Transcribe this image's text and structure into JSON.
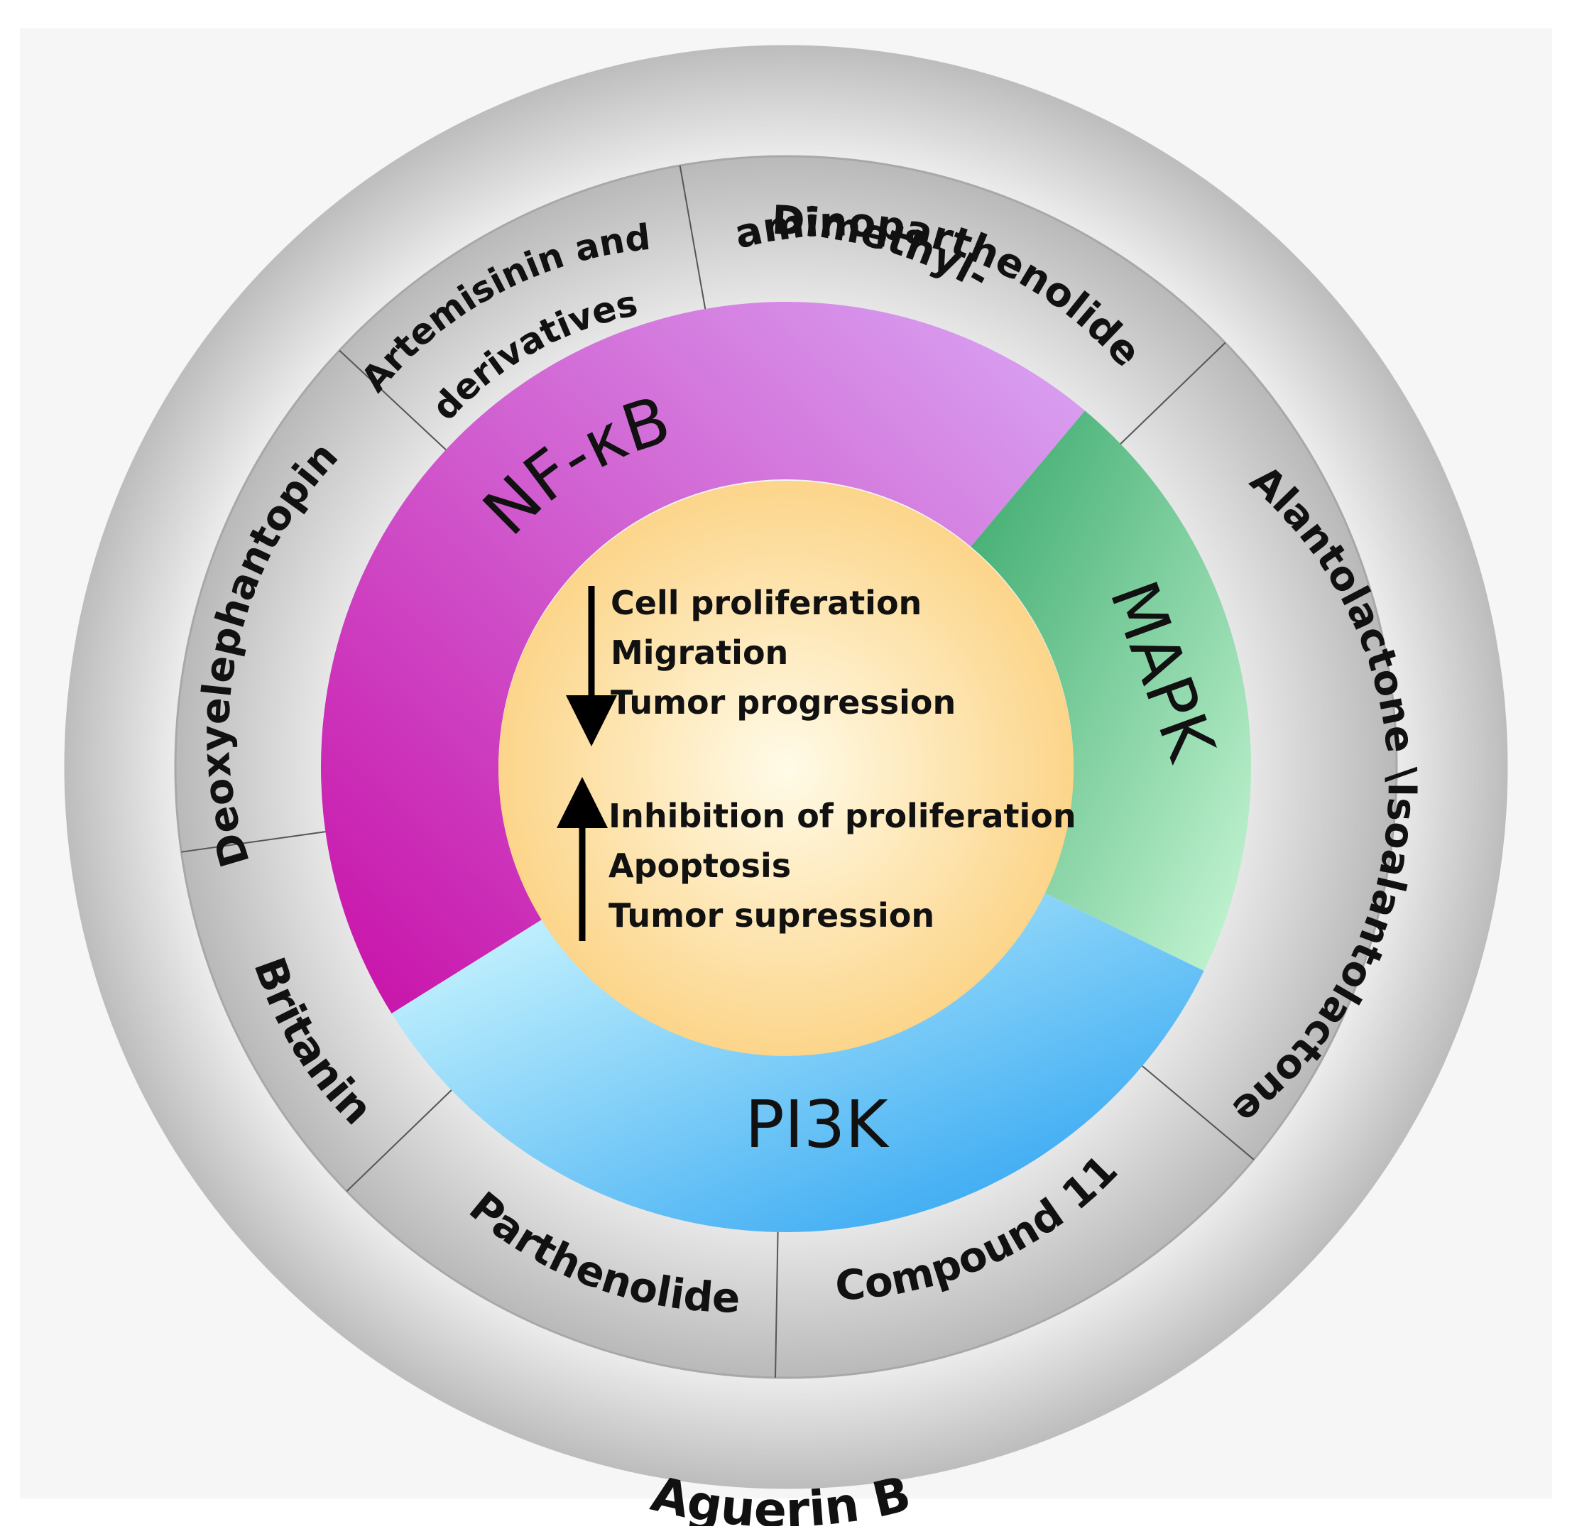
{
  "outer_label": "Aguerin B",
  "compounds": [
    {
      "key": "artemisinin",
      "lines": [
        "Artemisinin and",
        "derivatives"
      ]
    },
    {
      "key": "dimethylaminoparthenolide",
      "lines": [
        "Dimethyl-",
        "aminoparthenolide"
      ]
    },
    {
      "key": "alantolactone",
      "lines": [
        "Alantolactone \\Isoalantolactone"
      ]
    },
    {
      "key": "compound-11",
      "lines": [
        "Compound 11"
      ]
    },
    {
      "key": "parthenolide",
      "lines": [
        "Parthenolide"
      ]
    },
    {
      "key": "britanin",
      "lines": [
        "Britanin"
      ]
    },
    {
      "key": "deoxyelephantopin",
      "lines": [
        "Deoxyelephantopin"
      ]
    }
  ],
  "pathways": {
    "nfkb": {
      "label": "NF-κB",
      "color_start": "#c80fa8",
      "color_end": "#d9a8f5"
    },
    "mapk": {
      "label": "MAPK",
      "color_start": "#38a86a",
      "color_end": "#c9f7d6"
    },
    "pi3k": {
      "label": "PI3K",
      "color_start": "#1f9cf0",
      "color_end": "#d6fbff"
    }
  },
  "center": {
    "decreased": [
      "Cell proliferation",
      "Migration",
      "Tumor progression"
    ],
    "increased": [
      "Inhibition of proliferation",
      "Apoptosis",
      "Tumor supression"
    ],
    "color": "#fcd58a"
  },
  "colors": {
    "outer_ring": "#d4d4d4",
    "compound_ring": "#c8c8c8",
    "divider": "#555555"
  }
}
